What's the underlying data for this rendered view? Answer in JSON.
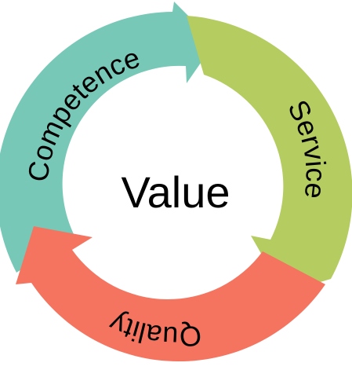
{
  "center": {
    "label": "Value"
  },
  "segments": [
    {
      "id": "competence",
      "label": "Competence",
      "color": "#78c8b8"
    },
    {
      "id": "service",
      "label": "Service",
      "color": "#b4cc60"
    },
    {
      "id": "quality",
      "label": "Quality",
      "color": "#f47460"
    }
  ]
}
